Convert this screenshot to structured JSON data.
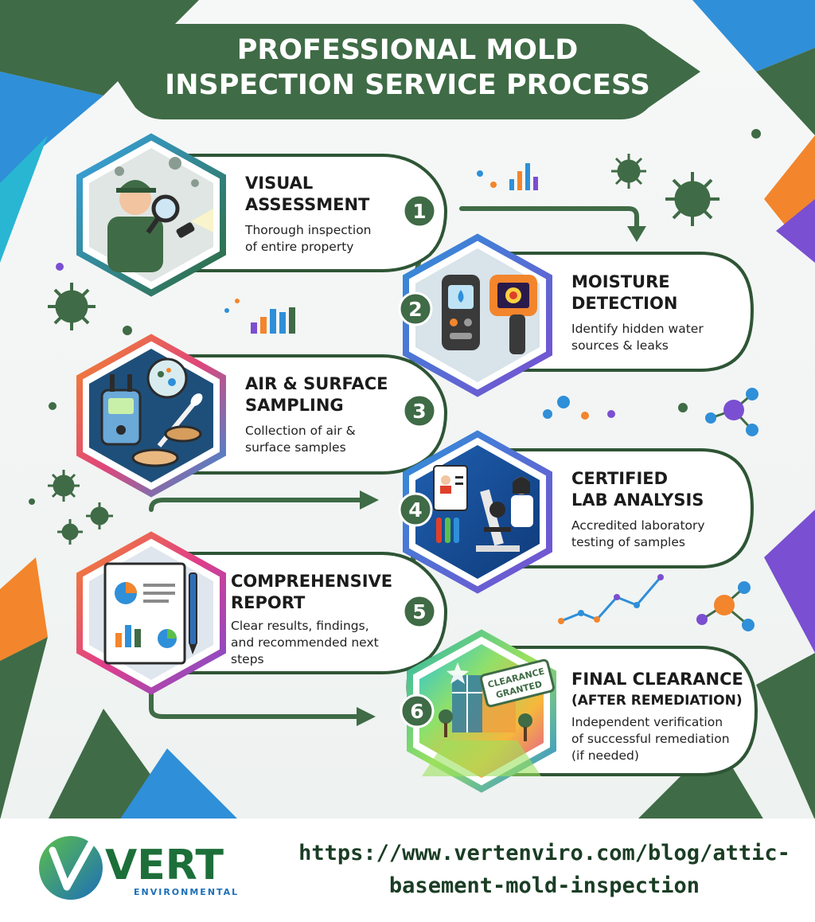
{
  "header": {
    "title_line1": "PROFESSIONAL MOLD",
    "title_line2": "INSPECTION SERVICE PROCESS"
  },
  "steps": [
    {
      "number": "1",
      "title_line1": "VISUAL",
      "title_line2": "ASSESSMENT",
      "desc_line1": "Thorough inspection",
      "desc_line2": "of entire property",
      "desc_line3": ""
    },
    {
      "number": "2",
      "title_line1": "MOISTURE",
      "title_line2": "DETECTION",
      "desc_line1": "Identify hidden water",
      "desc_line2": "sources & leaks",
      "desc_line3": ""
    },
    {
      "number": "3",
      "title_line1": "AIR & SURFACE",
      "title_line2": "SAMPLING",
      "desc_line1": "Collection of air &",
      "desc_line2": "surface samples",
      "desc_line3": ""
    },
    {
      "number": "4",
      "title_line1": "CERTIFIED",
      "title_line2": "LAB ANALYSIS",
      "desc_line1": "Accredited laboratory",
      "desc_line2": "testing of samples",
      "desc_line3": ""
    },
    {
      "number": "5",
      "title_line1": "COMPREHENSIVE",
      "title_line2": "REPORT",
      "desc_line1": "Clear results, findings,",
      "desc_line2": "and recommended next",
      "desc_line3": "steps"
    },
    {
      "number": "6",
      "title_line1": "FINAL CLEARANCE",
      "title_line2": "(AFTER REMEDIATION)",
      "desc_line1": "Independent verification",
      "desc_line2": "of successful remediation",
      "desc_line3": "(if needed)"
    }
  ],
  "badge_text_line1": "CLEARANCE",
  "badge_text_line2": "GRANTED",
  "footer": {
    "logo_word": "VERT",
    "logo_sub": "ENVIRONMENTAL",
    "url_line1": "https://www.vertenviro.com/blog/attic-",
    "url_line2": "basement-mold-inspection"
  },
  "colors": {
    "brand_green": "#3f6b46",
    "dark_green": "#2e5535",
    "badge_gray": "#5a5a5a",
    "accent_blue": "#2f8fd8",
    "accent_orange": "#f3852c",
    "accent_purple": "#7a4fd1"
  }
}
